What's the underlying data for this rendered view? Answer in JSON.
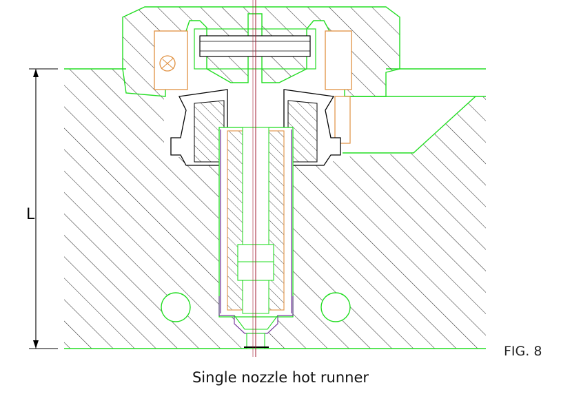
{
  "figure": {
    "fig_label": "FIG. 8",
    "caption": "Single nozzle hot runner",
    "dimension_label": "L"
  },
  "colors": {
    "outline": "#22dd22",
    "hatch": "#333333",
    "heater": "#e09040",
    "sleeve": "#7a3fa0",
    "centerline": "#a01830",
    "dimension": "#000000"
  }
}
